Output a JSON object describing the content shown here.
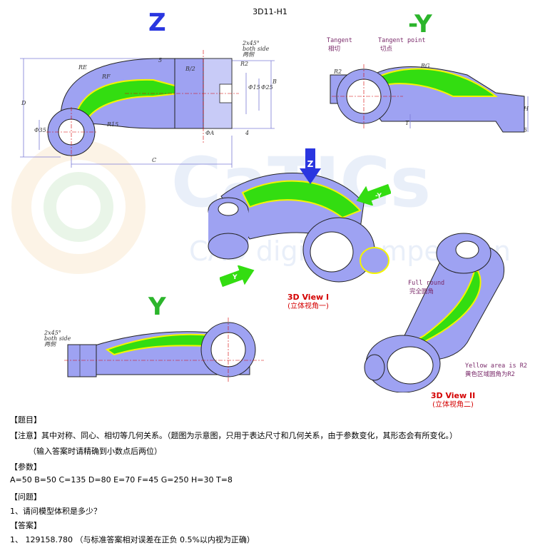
{
  "drawing": {
    "ref_code": "3D11-H1",
    "view_labels": {
      "top": "Z",
      "side": "-Y",
      "front": "Y"
    },
    "chamfer_note": {
      "size": "2x45°",
      "en": "both side",
      "zh": "两侧"
    },
    "tangent_note": {
      "en": "Tangent",
      "zh": "相切"
    },
    "tangent_point_note": {
      "en": "Tangent point",
      "zh": "切点"
    },
    "full_round_note": {
      "en": "Full round",
      "zh": "完全圆角"
    },
    "yellow_note": {
      "en": "Yellow area is R2",
      "zh": "黄色区域圆角为R2"
    },
    "view1": {
      "en": "3D View I",
      "zh": "(立体视角一)"
    },
    "view2": {
      "en": "3D View II",
      "zh": "(立体视角二)"
    },
    "dims": {
      "D": "D",
      "C": "C",
      "A": "A",
      "B": "B",
      "B_half": "B/2",
      "H": "H",
      "T": "T",
      "RE": "RE",
      "RF": "RF",
      "R15": "R15",
      "R2": "R2",
      "RG": "RG",
      "d35": "Φ35",
      "d15": "Φ15",
      "d25": "Φ25",
      "dA": "ΦA",
      "five": "5",
      "four": "4"
    },
    "arrow_labels": {
      "z_arrow": "Z",
      "y_arrow": "Y",
      "neg_y_arrow": "-Y"
    },
    "watermark": {
      "brand": "CaTICs",
      "sub": "CAD digital competition"
    },
    "colors": {
      "part_body": "#9ea2f2",
      "green_face": "#33dd11",
      "yellow_edge": "#f5f500",
      "dim_line": "#7b7bd6",
      "caption_red": "#d40000",
      "view_letter_blue": "#2a36e0",
      "view_letter_green": "#2bb52b"
    }
  },
  "text": {
    "title_heading": "【题目】",
    "notice": "【注意】其中对称、同心、相切等几何关系。（题图为示意图，只用于表达尺寸和几何关系，由于参数变化，其形态会有所变化。）",
    "precision": "（输入答案时请精确到小数点后两位）",
    "params_heading": "【参数】",
    "params": "A=50  B=50  C=135  D=80  E=70  F=45  G=250  H=30  T=8",
    "question_heading": "【问题】",
    "question": "1、请问模型体积是多少？",
    "answer_heading": "【答案】",
    "answer": "1、 129158.780 （与标准答案相对误差在正负      0.5%以内视为正确）"
  }
}
